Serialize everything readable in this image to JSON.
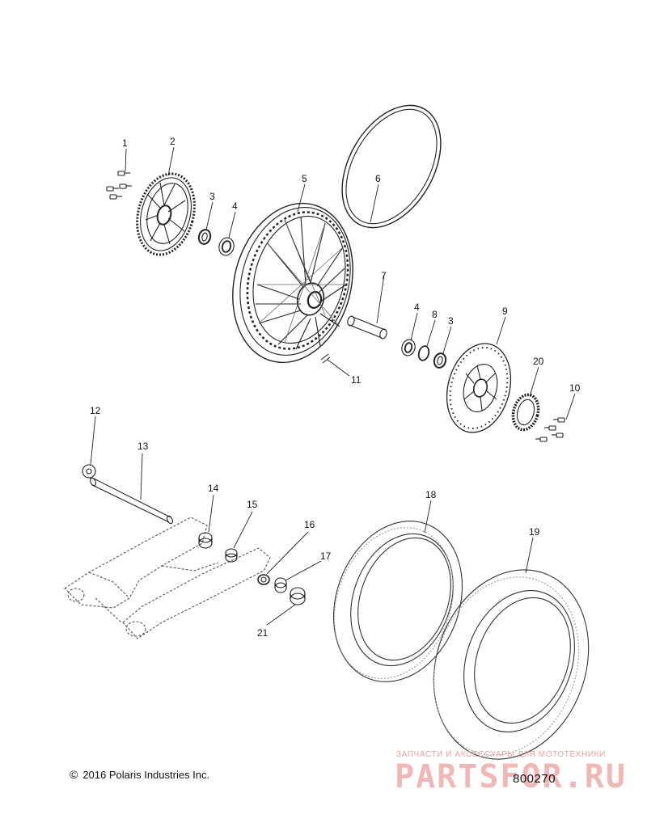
{
  "callouts": [
    "1",
    "2",
    "3",
    "4",
    "5",
    "6",
    "7",
    "4",
    "8",
    "3",
    "9",
    "20",
    "10",
    "11",
    "12",
    "13",
    "14",
    "15",
    "16",
    "17",
    "18",
    "19",
    "21"
  ],
  "copyright": {
    "symbol": "©",
    "text": "2016 Polaris Industries Inc."
  },
  "figure_number": "800270",
  "watermark": {
    "caption": "ЗАПЧАСТИ И АКСЕССУАРЫ ДЛЯ МОТОТЕХНИКИ",
    "brand": "PARTSFOR.RU"
  },
  "colors": {
    "line": "#222222",
    "light": "#888888",
    "watermark": "#de5f5f"
  }
}
